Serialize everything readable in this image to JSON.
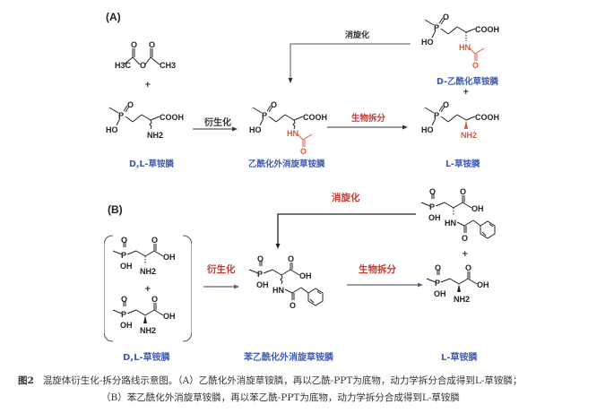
{
  "figure": {
    "panel_a": {
      "label": "(A)",
      "reagent_labels": {
        "acetic_anhydride": {
          "h3c": "H3C",
          "o_bridge": "O",
          "ch3": "CH3",
          "o1": "O",
          "o2": "O"
        },
        "plus": "+"
      },
      "compounds": {
        "start": {
          "name": "D,L-草铵膦",
          "groups": {
            "o": "O",
            "ho": "HO",
            "p": "P",
            "cooh": "COOH",
            "nh2": "NH2"
          }
        },
        "intermediate": {
          "name": "乙酰化外消旋草铵膦",
          "groups": {
            "o": "O",
            "ho": "HO",
            "p": "P",
            "cooh": "COOH",
            "hn": "HN",
            "amide_o": "O"
          }
        },
        "product_d": {
          "name": "D-乙酰化草铵膦",
          "groups": {
            "o": "O",
            "ho": "HO",
            "p": "P",
            "cooh": "COOH",
            "hn": "HN",
            "amide_o": "O"
          }
        },
        "product_l": {
          "name": "L-草铵膦",
          "groups": {
            "o": "O",
            "ho": "HO",
            "p": "P",
            "cooh": "COOH",
            "nh2": "NH2"
          }
        }
      },
      "steps": {
        "derivatization": "衍生化",
        "bioresolution": "生物拆分",
        "racemization": "消旋化"
      },
      "product_plus": "+"
    },
    "panel_b": {
      "label": "(B)",
      "compounds": {
        "start": {
          "name": "D,L-草铵膦",
          "groups": {
            "o": "O",
            "oh": "OH",
            "p": "P",
            "acid_o": "O",
            "acid_oh": "OH",
            "nh2": "NH2"
          }
        },
        "intermediate": {
          "name": "苯乙酰化外消旋草铵膦",
          "groups": {
            "o": "O",
            "oh": "OH",
            "p": "P",
            "acid_o": "O",
            "acid_oh": "OH",
            "hn": "HN",
            "amide_o": "O"
          }
        },
        "product_d": {
          "groups": {
            "o": "O",
            "oh": "OH",
            "p": "P",
            "acid_o": "O",
            "acid_oh": "OH",
            "hn": "HN",
            "amide_o": "O"
          }
        },
        "product_l": {
          "name": "L-草铵膦",
          "groups": {
            "o": "O",
            "oh": "OH",
            "p": "P",
            "acid_o": "O",
            "acid_oh": "OH",
            "nh2": "NH2"
          }
        }
      },
      "steps": {
        "derivatization": "衍生化",
        "bioresolution": "生物拆分",
        "racemization": "消旋化"
      },
      "start_plus": "+",
      "product_plus": "+"
    },
    "caption": {
      "figure_number": "图2",
      "line1": "混旋体衍生化-拆分路线示意图。（A）乙酰化外消旋草铵膦，再以乙酰-PPT为底物，动力学拆分合成得到L-草铵膦；",
      "line2": "（B）苯乙酰化外消旋草铵膦，再以苯乙酰-PPT为底物，动力学拆分合成得到L-草铵膦"
    },
    "colors": {
      "compound_name": "#3f5bb5",
      "red_step": "#c8382e",
      "red_group": "#e0553d",
      "arrow_a": "#333333",
      "arrow_b": "#5a6078"
    }
  }
}
